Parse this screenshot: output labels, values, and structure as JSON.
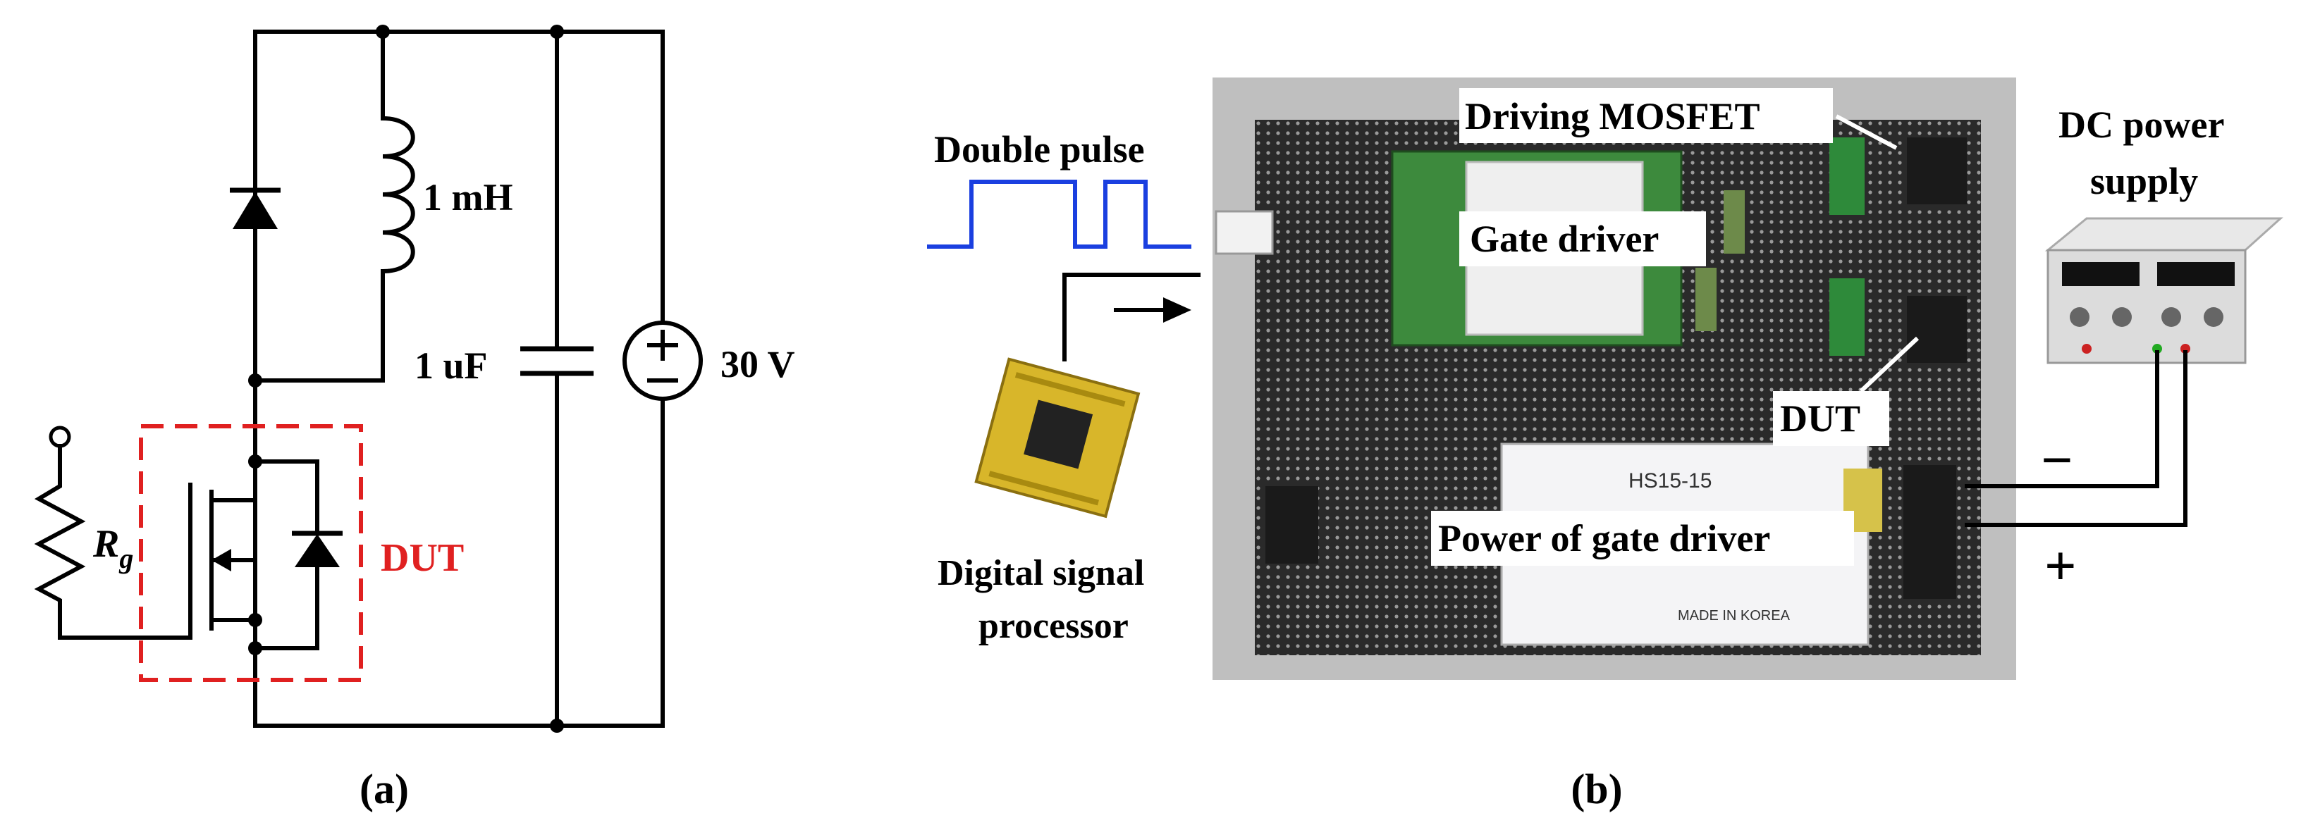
{
  "panel_a": {
    "caption": "(a)",
    "inductor_label": "1 mH",
    "capacitor_label": "1 uF",
    "source_label": "30 V",
    "gate_resistor_label_main": "R",
    "gate_resistor_label_sub": "g",
    "dut_label": "DUT",
    "colors": {
      "wire": "#000000",
      "dut_box": "#e02020"
    }
  },
  "panel_b": {
    "caption": "(b)",
    "double_pulse_label": "Double pulse",
    "dsp_label_line1": "Digital signal",
    "dsp_label_line2": "processor",
    "driving_mosfet_label": "Driving MOSFET",
    "gate_driver_label": "Gate driver",
    "dut_label": "DUT",
    "power_gate_driver_label": "Power of gate driver",
    "dc_supply_line1": "DC power",
    "dc_supply_line2": "supply",
    "minus_sign": "−",
    "plus_sign": "+",
    "converter_model": "HS15-15",
    "converter_origin": "MADE IN KOREA",
    "colors": {
      "pulse": "#1a3fe0",
      "board": "#2a2a2a",
      "pcb_green": "#3d8a3d"
    }
  }
}
